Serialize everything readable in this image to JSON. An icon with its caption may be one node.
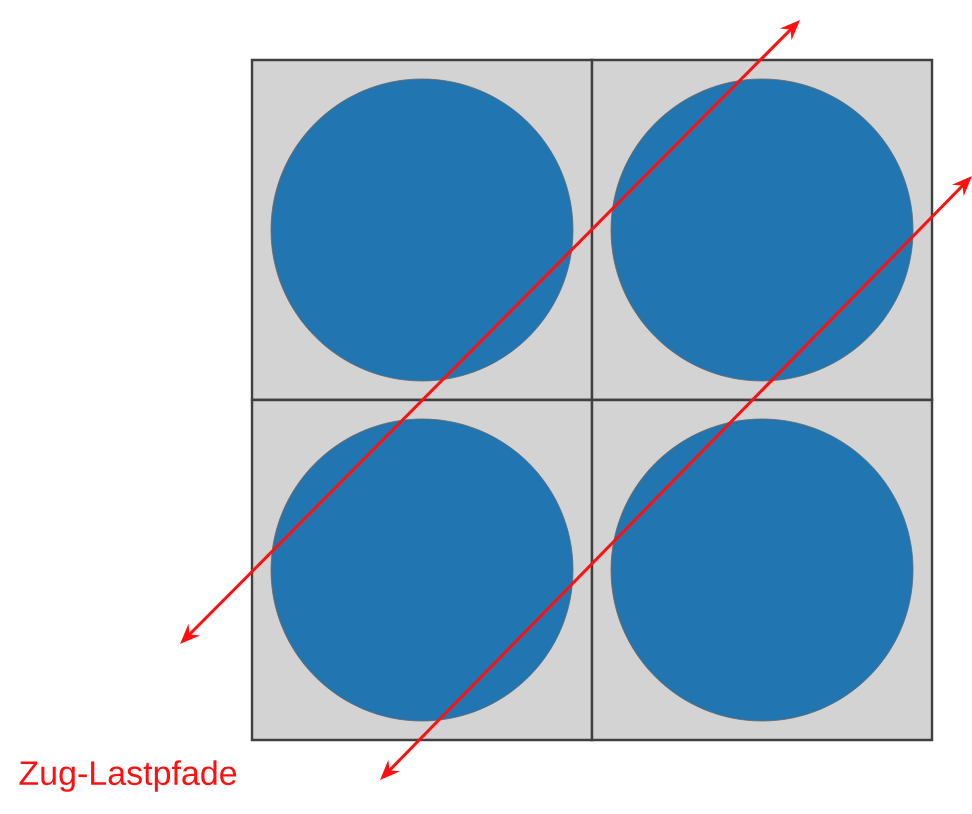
{
  "diagram": {
    "nodes": [
      {
        "text": [],
        "shape": "box"
      },
      {
        "text": [],
        "shape": "circle",
        "in": 0
      },
      {
        "text": [],
        "shape": "box"
      },
      {
        "text": [],
        "shape": "circle",
        "in": 2
      },
      {
        "text": [],
        "shape": "box"
      },
      {
        "text": [],
        "shape": "circle",
        "in": 4
      },
      {
        "text": [],
        "shape": "box"
      },
      {
        "text": [],
        "shape": "circle",
        "in": 6
      }
    ],
    "labels": [
      "Zug-Lastpfade"
    ]
  }
}
